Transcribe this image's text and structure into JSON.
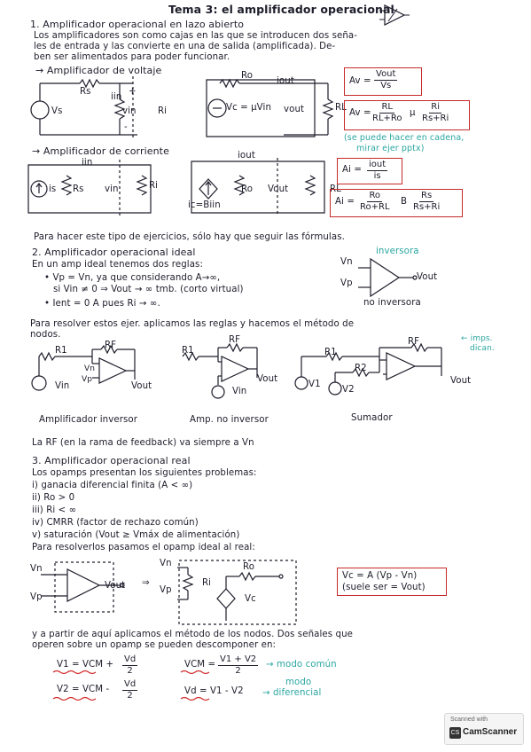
{
  "title": "Tema 3: el amplificador operacional",
  "s1": {
    "heading": "1. Amplificador operacional en lazo abierto",
    "intro1": "Los amplificadores son como cajas en las que se introducen dos seña-",
    "intro2": "les de entrada y las convierte en una de salida (amplificada). De-",
    "intro3": "ben ser alimentados para poder funcionar.",
    "voltage_heading": "→ Amplificador de voltaje",
    "voltage_labels": {
      "rs": "Rs",
      "vs": "Vs",
      "iin": "iin",
      "plus": "+",
      "vin": "vin",
      "minus": "-",
      "ri": "Ri",
      "ro": "Ro",
      "iout": "iout",
      "vc": "Vc = μVin",
      "vout": "vout",
      "rl": "RL"
    },
    "av_lhs": "Av =",
    "av_num": "Vout",
    "av_den": "Vs",
    "av2_lhs": "Av =",
    "av2_n1": "RL",
    "av2_d1": "RL+Ro",
    "av2_mu": "μ",
    "av2_n2": "Ri",
    "av2_d2": "Rs+Ri",
    "cascade1": "(se puede hacer en cadena,",
    "cascade2": "mirar ejer pptx)",
    "current_heading": "→ Amplificador de corriente",
    "current_labels": {
      "iin": "iin",
      "is": "is",
      "rs": "Rs",
      "vin": "vin",
      "ri": "Ri",
      "iout": "iout",
      "ic": "ic=Biin",
      "ro": "Ro",
      "vout": "Vout",
      "rl": "RL"
    },
    "ai_lhs": "Ai =",
    "ai_num": "iout",
    "ai_den": "is",
    "ai2_lhs": "Ai =",
    "ai2_n1": "Ro",
    "ai2_d1": "Ro+RL",
    "ai2_b": "B",
    "ai2_n2": "Rs",
    "ai2_d2": "Rs+Ri",
    "note": "Para hacer este tipo de ejercicios, sólo hay que seguir las fórmulas."
  },
  "s2": {
    "heading": "2. Amplificador operacional ideal",
    "rules_intro": "En un amp ideal tenemos dos reglas:",
    "rule1a": "• Vp = Vn, ya que considerando A→∞,",
    "rule1b": "si Vin ≠ 0 ⇒ Vout → ∞ tmb. (corto virtual)",
    "rule2": "• Ient = 0 A pues Ri → ∞.",
    "opamp_labels": {
      "inv": "inversora",
      "vn": "Vn",
      "vp": "Vp",
      "vout": "Vout",
      "noinv": "no inversora"
    },
    "nodes1": "Para resolver estos ejer. aplicamos las reglas y hacemos el método de",
    "nodes2": "nodos.",
    "circ_labels": {
      "r1": "R1",
      "rf": "RF",
      "vn": "Vn",
      "vp": "Vp",
      "vin": "Vin",
      "vout": "Vout",
      "v1": "V1",
      "v2": "V2",
      "r2": "R2",
      "imps1": "← imps.",
      "imps2": "dican."
    },
    "cap_inv": "Amplificador inversor",
    "cap_noinv": "Amp. no inversor",
    "cap_sum": "Sumador",
    "rf_note": "La RF (en la rama de feedback) va siempre a Vn"
  },
  "s3": {
    "heading": "3. Amplificador operacional real",
    "problems": "Los opamps presentan los siguientes problemas:",
    "p1": "i) ganacia diferencial finita (A < ∞)",
    "p2": "ii) Ro > 0",
    "p3": "iii) Ri < ∞",
    "p4": "iv) CMRR (factor de rechazo común)",
    "p5": "v) saturación (Vout ≥ Vmáx de alimentación)",
    "model": "Para resolverlos pasamos el opamp ideal al real:",
    "real_labels": {
      "vn": "Vn",
      "vp": "Vp",
      "vout": "Vout",
      "arrow": "⇒",
      "ri": "Ri",
      "ro": "Ro",
      "vc": "Vc"
    },
    "vc_eq": "Vc = A (Vp - Vn)",
    "vc_note": "(suele ser = Vout)",
    "after1": "y a partir de aquí aplicamos el método de los nodos. Dos señales que",
    "after2": "operen sobre un opamp se pueden descomponer en:",
    "v1_lhs": "V1 = VCM +",
    "v1_frac_n": "Vd",
    "v1_frac_d": "2",
    "v2_lhs": "V2 = VCM -",
    "v2_frac_n": "Vd",
    "v2_frac_d": "2",
    "vcm_lhs": "VCM =",
    "vcm_n": "V1 + V2",
    "vcm_d": "2",
    "vcm_note": "→ modo común",
    "vd_eq": "Vd = V1 - V2",
    "vd_note1": "modo",
    "vd_note2": "→ diferencial"
  },
  "scanner": {
    "line1": "Scanned with",
    "line2": "CamScanner",
    "logo": "CS"
  }
}
